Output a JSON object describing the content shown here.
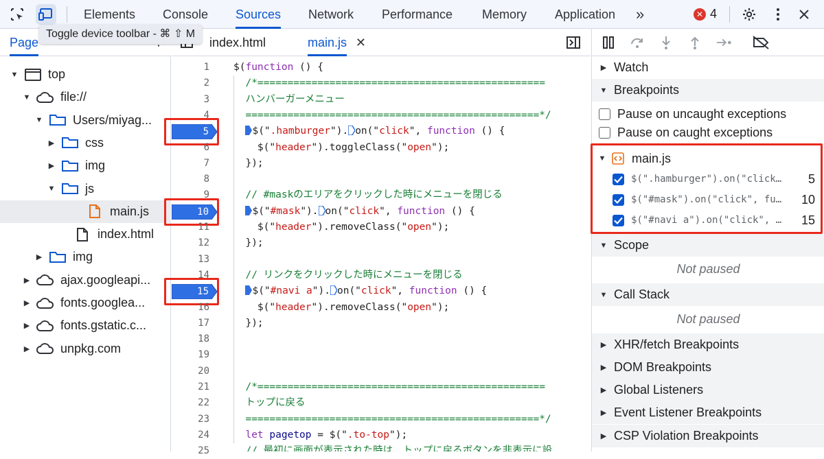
{
  "toolbar": {
    "tabs": [
      "Elements",
      "Console",
      "Sources",
      "Network",
      "Performance",
      "Memory",
      "Application"
    ],
    "active_tab": "Sources",
    "more_label": "»",
    "error_count": "4"
  },
  "tooltip": "Toggle device toolbar - ⌘ ⇧ M",
  "left_panel": {
    "tab_label": "Page",
    "tree": [
      {
        "label": "top",
        "icon": "frame-icon",
        "arrow": "▼"
      },
      {
        "label": "file://",
        "icon": "cloud-icon",
        "arrow": "▼"
      },
      {
        "label": "Users/miyag...",
        "icon": "folder-icon",
        "arrow": "▼"
      },
      {
        "label": "css",
        "icon": "folder-icon",
        "arrow": "▶"
      },
      {
        "label": "img",
        "icon": "folder-icon",
        "arrow": "▶"
      },
      {
        "label": "js",
        "icon": "folder-icon",
        "arrow": "▼"
      },
      {
        "label": "main.js",
        "icon": "js-file-icon",
        "arrow": ""
      },
      {
        "label": "index.html",
        "icon": "file-icon",
        "arrow": ""
      },
      {
        "label": "img",
        "icon": "folder-icon",
        "arrow": "▶"
      },
      {
        "label": "ajax.googleapi...",
        "icon": "cloud-icon",
        "arrow": "▶"
      },
      {
        "label": "fonts.googlea...",
        "icon": "cloud-icon",
        "arrow": "▶"
      },
      {
        "label": "fonts.gstatic.c...",
        "icon": "cloud-icon",
        "arrow": "▶"
      },
      {
        "label": "unpkg.com",
        "icon": "cloud-icon",
        "arrow": "▶"
      }
    ]
  },
  "editor": {
    "tabs": [
      {
        "label": "index.html",
        "active": false
      },
      {
        "label": "main.js",
        "active": true
      }
    ],
    "line_numbers": [
      "1",
      "2",
      "3",
      "4",
      "5",
      "6",
      "7",
      "8",
      "9",
      "10",
      "11",
      "12",
      "13",
      "14",
      "15",
      "16",
      "17",
      "18",
      "19",
      "20",
      "21",
      "22",
      "23",
      "24",
      "25"
    ],
    "breakpoint_lines": [
      "5",
      "10",
      "15"
    ],
    "code_lines": [
      [
        [
          "plain",
          "$("
        ],
        [
          "kw",
          "function"
        ],
        [
          "plain",
          " () {"
        ]
      ],
      [
        [
          "comment",
          "  /*================================================"
        ]
      ],
      [
        [
          "comment",
          "  ハンバーガーメニュー"
        ]
      ],
      [
        [
          "comment",
          "  =================================================*/"
        ]
      ],
      [
        [
          "plain",
          "  $(\""
        ],
        [
          "str",
          ".hamburger"
        ],
        [
          "plain",
          "\")."
        ],
        [
          "plain",
          "on(\""
        ],
        [
          "str",
          "click"
        ],
        [
          "plain",
          "\", "
        ],
        [
          "kw",
          "function"
        ],
        [
          "plain",
          " () {"
        ]
      ],
      [
        [
          "plain",
          "    $(\""
        ],
        [
          "str",
          "header"
        ],
        [
          "plain",
          "\").toggleClass(\""
        ],
        [
          "str",
          "open"
        ],
        [
          "plain",
          "\");"
        ]
      ],
      [
        [
          "plain",
          "  });"
        ]
      ],
      [
        [
          "plain",
          ""
        ]
      ],
      [
        [
          "comment",
          "  // #maskのエリアをクリックした時にメニューを閉じる"
        ]
      ],
      [
        [
          "plain",
          "  $(\""
        ],
        [
          "str",
          "#mask"
        ],
        [
          "plain",
          "\")."
        ],
        [
          "plain",
          "on(\""
        ],
        [
          "str",
          "click"
        ],
        [
          "plain",
          "\", "
        ],
        [
          "kw",
          "function"
        ],
        [
          "plain",
          " () {"
        ]
      ],
      [
        [
          "plain",
          "    $(\""
        ],
        [
          "str",
          "header"
        ],
        [
          "plain",
          "\").removeClass(\""
        ],
        [
          "str",
          "open"
        ],
        [
          "plain",
          "\");"
        ]
      ],
      [
        [
          "plain",
          "  });"
        ]
      ],
      [
        [
          "plain",
          ""
        ]
      ],
      [
        [
          "comment",
          "  // リンクをクリックした時にメニューを閉じる"
        ]
      ],
      [
        [
          "plain",
          "  $(\""
        ],
        [
          "str",
          "#navi a"
        ],
        [
          "plain",
          "\")."
        ],
        [
          "plain",
          "on(\""
        ],
        [
          "str",
          "click"
        ],
        [
          "plain",
          "\", "
        ],
        [
          "kw",
          "function"
        ],
        [
          "plain",
          " () {"
        ]
      ],
      [
        [
          "plain",
          "    $(\""
        ],
        [
          "str",
          "header"
        ],
        [
          "plain",
          "\").removeClass(\""
        ],
        [
          "str",
          "open"
        ],
        [
          "plain",
          "\");"
        ]
      ],
      [
        [
          "plain",
          "  });"
        ]
      ],
      [
        [
          "plain",
          ""
        ]
      ],
      [
        [
          "plain",
          ""
        ]
      ],
      [
        [
          "plain",
          ""
        ]
      ],
      [
        [
          "comment",
          "  /*================================================"
        ]
      ],
      [
        [
          "comment",
          "  トップに戻る"
        ]
      ],
      [
        [
          "comment",
          "  =================================================*/"
        ]
      ],
      [
        [
          "plain",
          "  "
        ],
        [
          "kw",
          "let"
        ],
        [
          "plain",
          " "
        ],
        [
          "var",
          "pagetop"
        ],
        [
          "plain",
          " = $(\""
        ],
        [
          "str",
          ".to-top"
        ],
        [
          "plain",
          "\");"
        ]
      ],
      [
        [
          "comment",
          "  // 最初に画面が表示された時は、トップに戻るボタンを非表示に設"
        ]
      ]
    ]
  },
  "right_panel": {
    "sections": {
      "watch": "Watch",
      "breakpoints": "Breakpoints",
      "scope": "Scope",
      "call_stack": "Call Stack",
      "xhr": "XHR/fetch Breakpoints",
      "dom": "DOM Breakpoints",
      "global": "Global Listeners",
      "event": "Event Listener Breakpoints",
      "csp": "CSP Violation Breakpoints"
    },
    "pause_uncaught": "Pause on uncaught exceptions",
    "pause_caught": "Pause on caught exceptions",
    "bp_file": "main.js",
    "bp_items": [
      {
        "code": "$(\".hamburger\").on(\"click\", function () {",
        "line": "5"
      },
      {
        "code": "$(\"#mask\").on(\"click\", function () {",
        "line": "10"
      },
      {
        "code": "$(\"#navi a\").on(\"click\", function () {",
        "line": "15"
      }
    ],
    "not_paused": "Not paused"
  }
}
